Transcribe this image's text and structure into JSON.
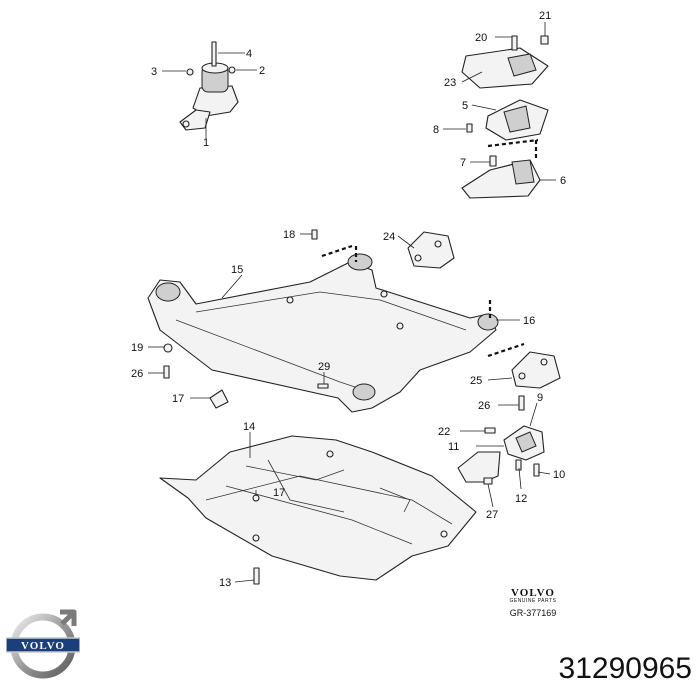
{
  "callouts": {
    "c1": "1",
    "c2": "2",
    "c3": "3",
    "c4": "4",
    "c5": "5",
    "c6": "6",
    "c7": "7",
    "c8": "8",
    "c9": "9",
    "c10": "10",
    "c11": "11",
    "c12": "12",
    "c13": "13",
    "c14": "14",
    "c15": "15",
    "c16": "16",
    "c17a": "17",
    "c17b": "17",
    "c18": "18",
    "c19": "19",
    "c20": "20",
    "c21": "21",
    "c22": "22",
    "c23": "23",
    "c24": "24",
    "c25": "25",
    "c26a": "26",
    "c26b": "26",
    "c27": "27",
    "c29": "29"
  },
  "branding": {
    "wordmark": "VOLVO",
    "wordmark_sub": "GENUINE PARTS",
    "reference_code": "GR-377169",
    "logo_text": "VOLVO"
  },
  "part_number": "31290965"
}
